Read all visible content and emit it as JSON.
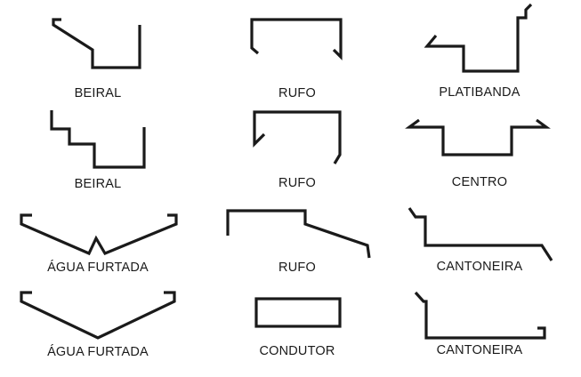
{
  "figure": {
    "line_color": "#1a1a1a",
    "background_color": "#ffffff",
    "profiles": [
      {
        "id": "beiral-1",
        "label": "BEIRAL"
      },
      {
        "id": "rufo-1",
        "label": "RUFO"
      },
      {
        "id": "platibanda",
        "label": "PLATIBANDA"
      },
      {
        "id": "beiral-2",
        "label": "BEIRAL"
      },
      {
        "id": "rufo-2",
        "label": "RUFO"
      },
      {
        "id": "centro",
        "label": "CENTRO"
      },
      {
        "id": "agua-furtada-1",
        "label": "ÁGUA FURTADA"
      },
      {
        "id": "rufo-3",
        "label": "RUFO"
      },
      {
        "id": "cantoneira-1",
        "label": "CANTONEIRA"
      },
      {
        "id": "agua-furtada-2",
        "label": "ÁGUA FURTADA"
      },
      {
        "id": "condutor",
        "label": "CONDUTOR"
      },
      {
        "id": "cantoneira-2",
        "label": "CANTONEIRA"
      }
    ]
  }
}
